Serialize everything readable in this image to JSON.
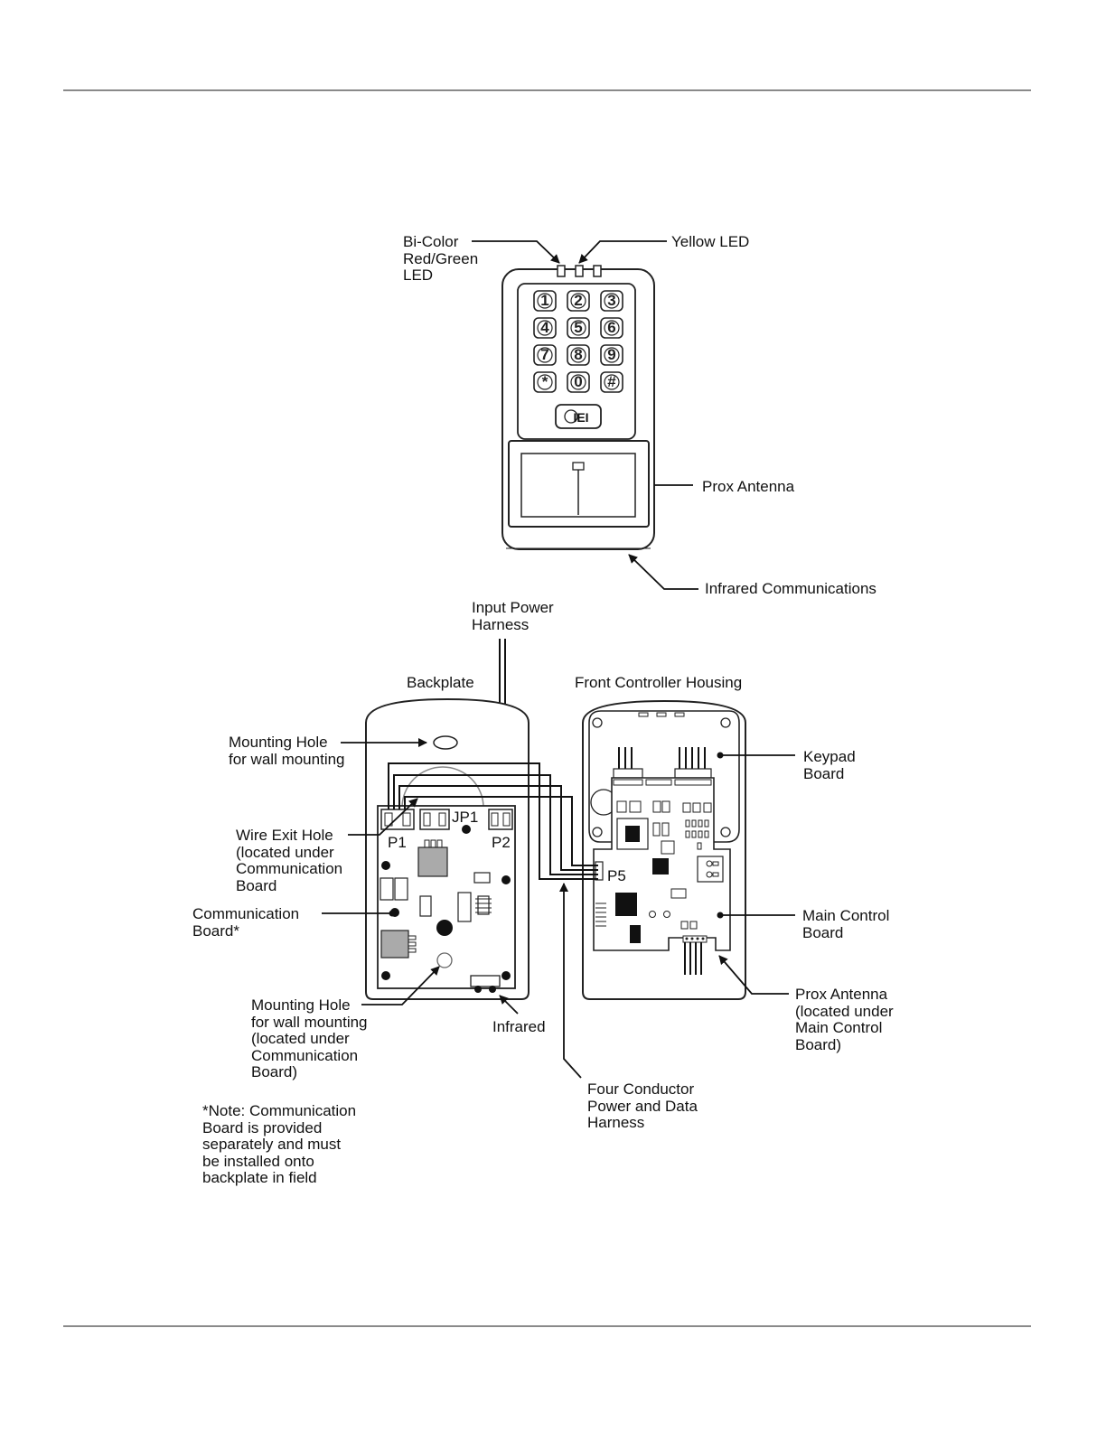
{
  "labels": {
    "bicolor_led": [
      "Bi-Color",
      "Red/Green",
      "LED"
    ],
    "yellow_led": "Yellow LED",
    "prox_antenna": "Prox Antenna",
    "infrared_comm": "Infrared Communications",
    "input_power": [
      "Input Power",
      "Harness"
    ],
    "backplate": "Backplate",
    "front_housing": "Front Controller Housing",
    "mounting_hole_top": [
      "Mounting Hole",
      "for wall mounting"
    ],
    "keypad_board": [
      "Keypad",
      "Board"
    ],
    "wire_exit": [
      "Wire Exit Hole",
      "(located under",
      "Communication",
      "Board"
    ],
    "comm_board": [
      "Communication",
      "Board*"
    ],
    "main_control": [
      "Main Control",
      "Board"
    ],
    "mounting_hole_bottom": [
      "Mounting Hole",
      "for wall mounting",
      "(located under",
      "Communication",
      "Board)"
    ],
    "infrared": "Infrared",
    "prox_antenna_under": [
      "Prox Antenna",
      "(located under",
      "Main Control",
      "Board)"
    ],
    "four_conductor": [
      "Four Conductor",
      "Power and Data",
      "Harness"
    ],
    "note": [
      "*Note: Communication",
      "Board is provided",
      "separately and must",
      "be installed onto",
      "backplate in field"
    ],
    "p1": "P1",
    "p2": "P2",
    "jp1": "JP1",
    "p5": "P5"
  },
  "keypad": [
    "1",
    "2",
    "3",
    "4",
    "5",
    "6",
    "7",
    "8",
    "9",
    "*",
    "0",
    "#"
  ],
  "logo_text": "IEI"
}
